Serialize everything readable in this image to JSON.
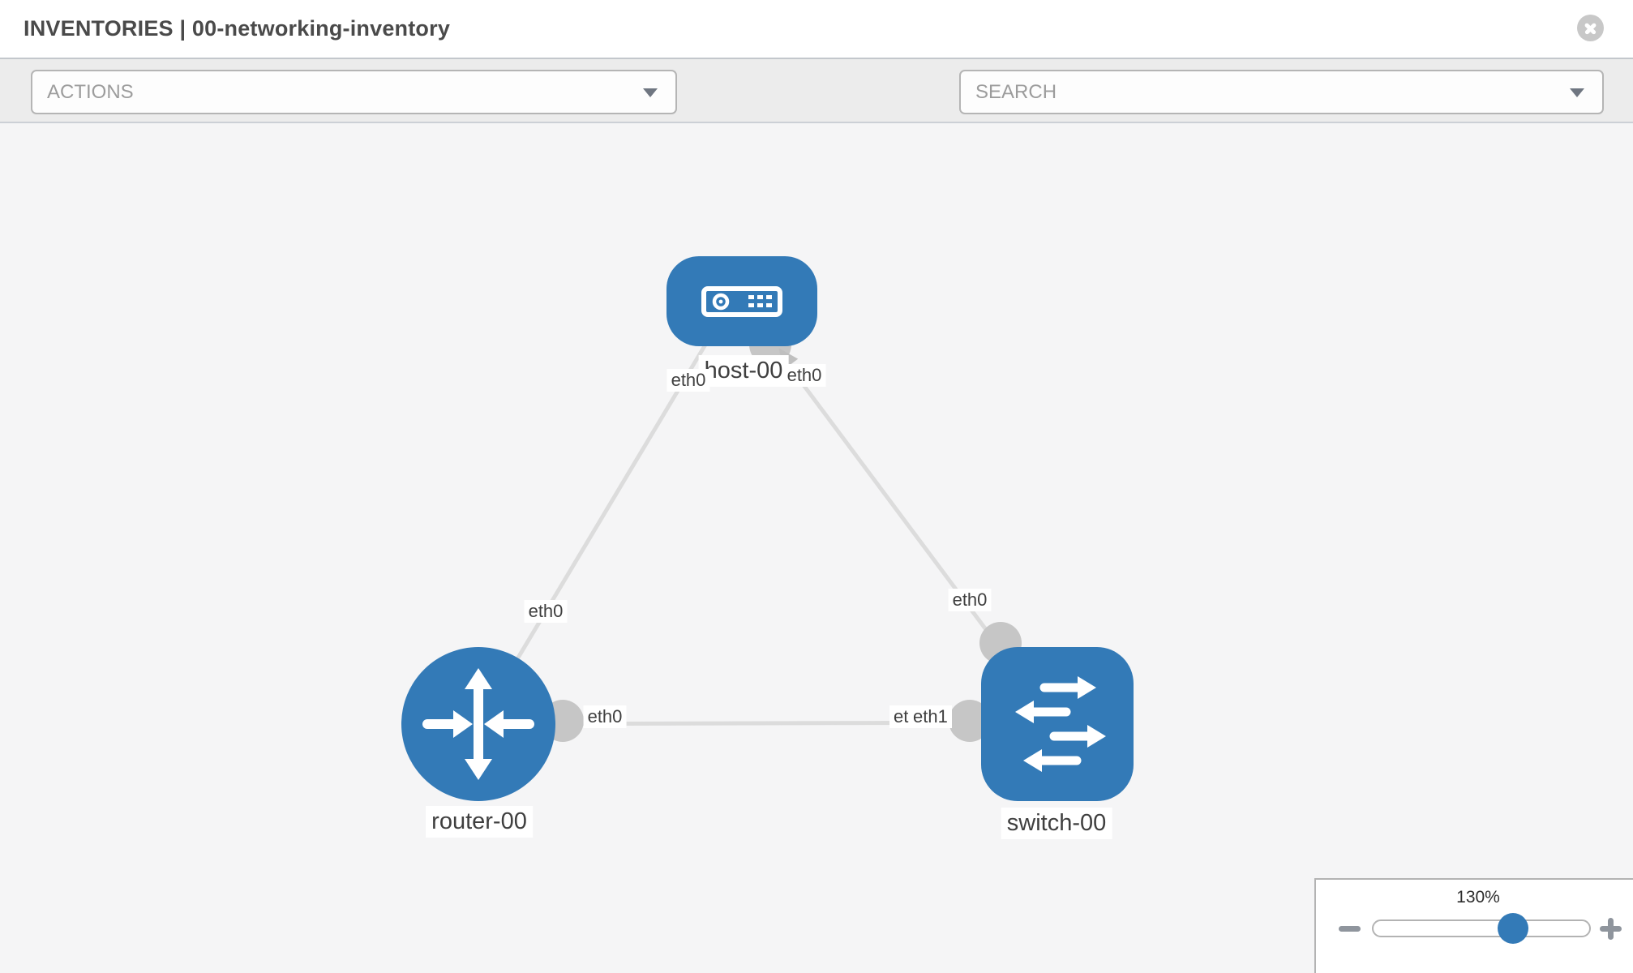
{
  "header": {
    "title": "INVENTORIES | 00-networking-inventory"
  },
  "toolbar": {
    "actions_label": "ACTIONS",
    "search_placeholder": "SEARCH"
  },
  "canvas": {
    "nodes": [
      {
        "label": "host-00",
        "type": "host"
      },
      {
        "label": "router-00",
        "type": "router"
      },
      {
        "label": "switch-00",
        "type": "switch"
      }
    ],
    "links": [
      {
        "from": "router-00",
        "to": "host-00",
        "from_interface": "eth0",
        "to_interface": "eth0"
      },
      {
        "from": "switch-00",
        "to": "host-00",
        "from_interface": "eth0",
        "to_interface": "eth0"
      },
      {
        "from": "router-00",
        "to": "switch-00",
        "from_interface": "eth0",
        "to_interface": "eth1",
        "overlapping_interface": "eth0"
      }
    ]
  },
  "zoom": {
    "level": "130%"
  },
  "icons": {
    "toolbar": [
      "wrench",
      "key"
    ],
    "header_close": "close-x",
    "dropdown_caret": "chevron-down",
    "zoom_minus": "minus",
    "zoom_plus": "plus"
  },
  "colors": {
    "node_fill": "#337ab7",
    "zoom_thumb": "#337ab7",
    "link": "#dcdcdc",
    "connector": "#c6c6c6",
    "canvas_bg": "#f5f5f6",
    "toolbar_bg": "#ececec"
  }
}
